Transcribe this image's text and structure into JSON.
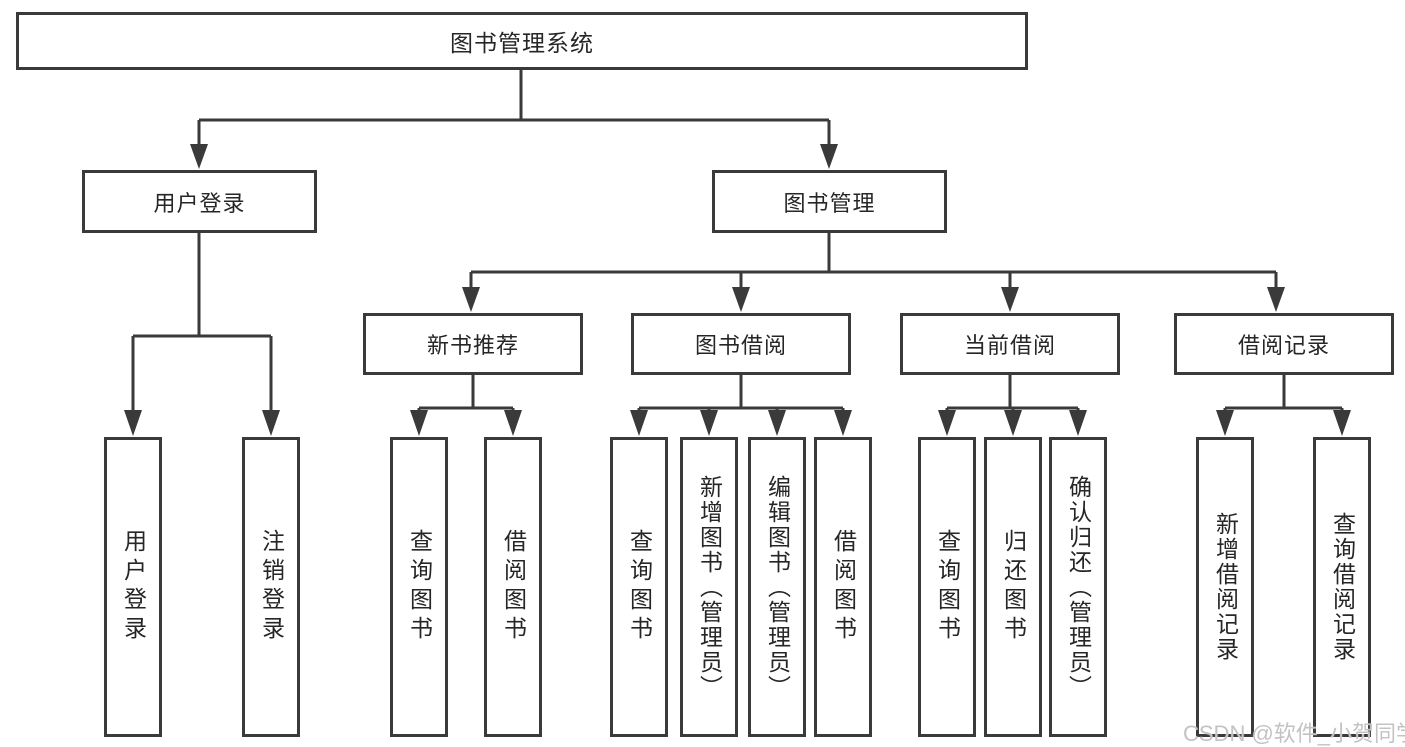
{
  "diagram": {
    "title": "图书管理系统",
    "colors": {
      "line": "#3a3a3a",
      "box_border": "#3a3a3a",
      "background": "#ffffff",
      "text": "#262626",
      "watermark": "#c3c3c3"
    },
    "tree": {
      "root": {
        "label": "图书管理系统"
      },
      "branches": [
        {
          "label": "用户登录",
          "children": [
            {
              "label": "用户登录"
            },
            {
              "label": "注销登录"
            }
          ]
        },
        {
          "label": "图书管理",
          "children": [
            {
              "label": "新书推荐",
              "children": [
                {
                  "label": "查询图书"
                },
                {
                  "label": "借阅图书"
                }
              ]
            },
            {
              "label": "图书借阅",
              "children": [
                {
                  "label": "查询图书"
                },
                {
                  "label": "新增图书（管理员）"
                },
                {
                  "label": "编辑图书（管理员）"
                },
                {
                  "label": "借阅图书"
                }
              ]
            },
            {
              "label": "当前借阅",
              "children": [
                {
                  "label": "查询图书"
                },
                {
                  "label": "归还图书"
                },
                {
                  "label": "确认归还（管理员）"
                }
              ]
            },
            {
              "label": "借阅记录",
              "children": [
                {
                  "label": "新增借阅记录"
                },
                {
                  "label": "查询借阅记录"
                }
              ]
            }
          ]
        }
      ]
    }
  },
  "watermark": {
    "text": "CSDN @软件_小贺同学"
  }
}
